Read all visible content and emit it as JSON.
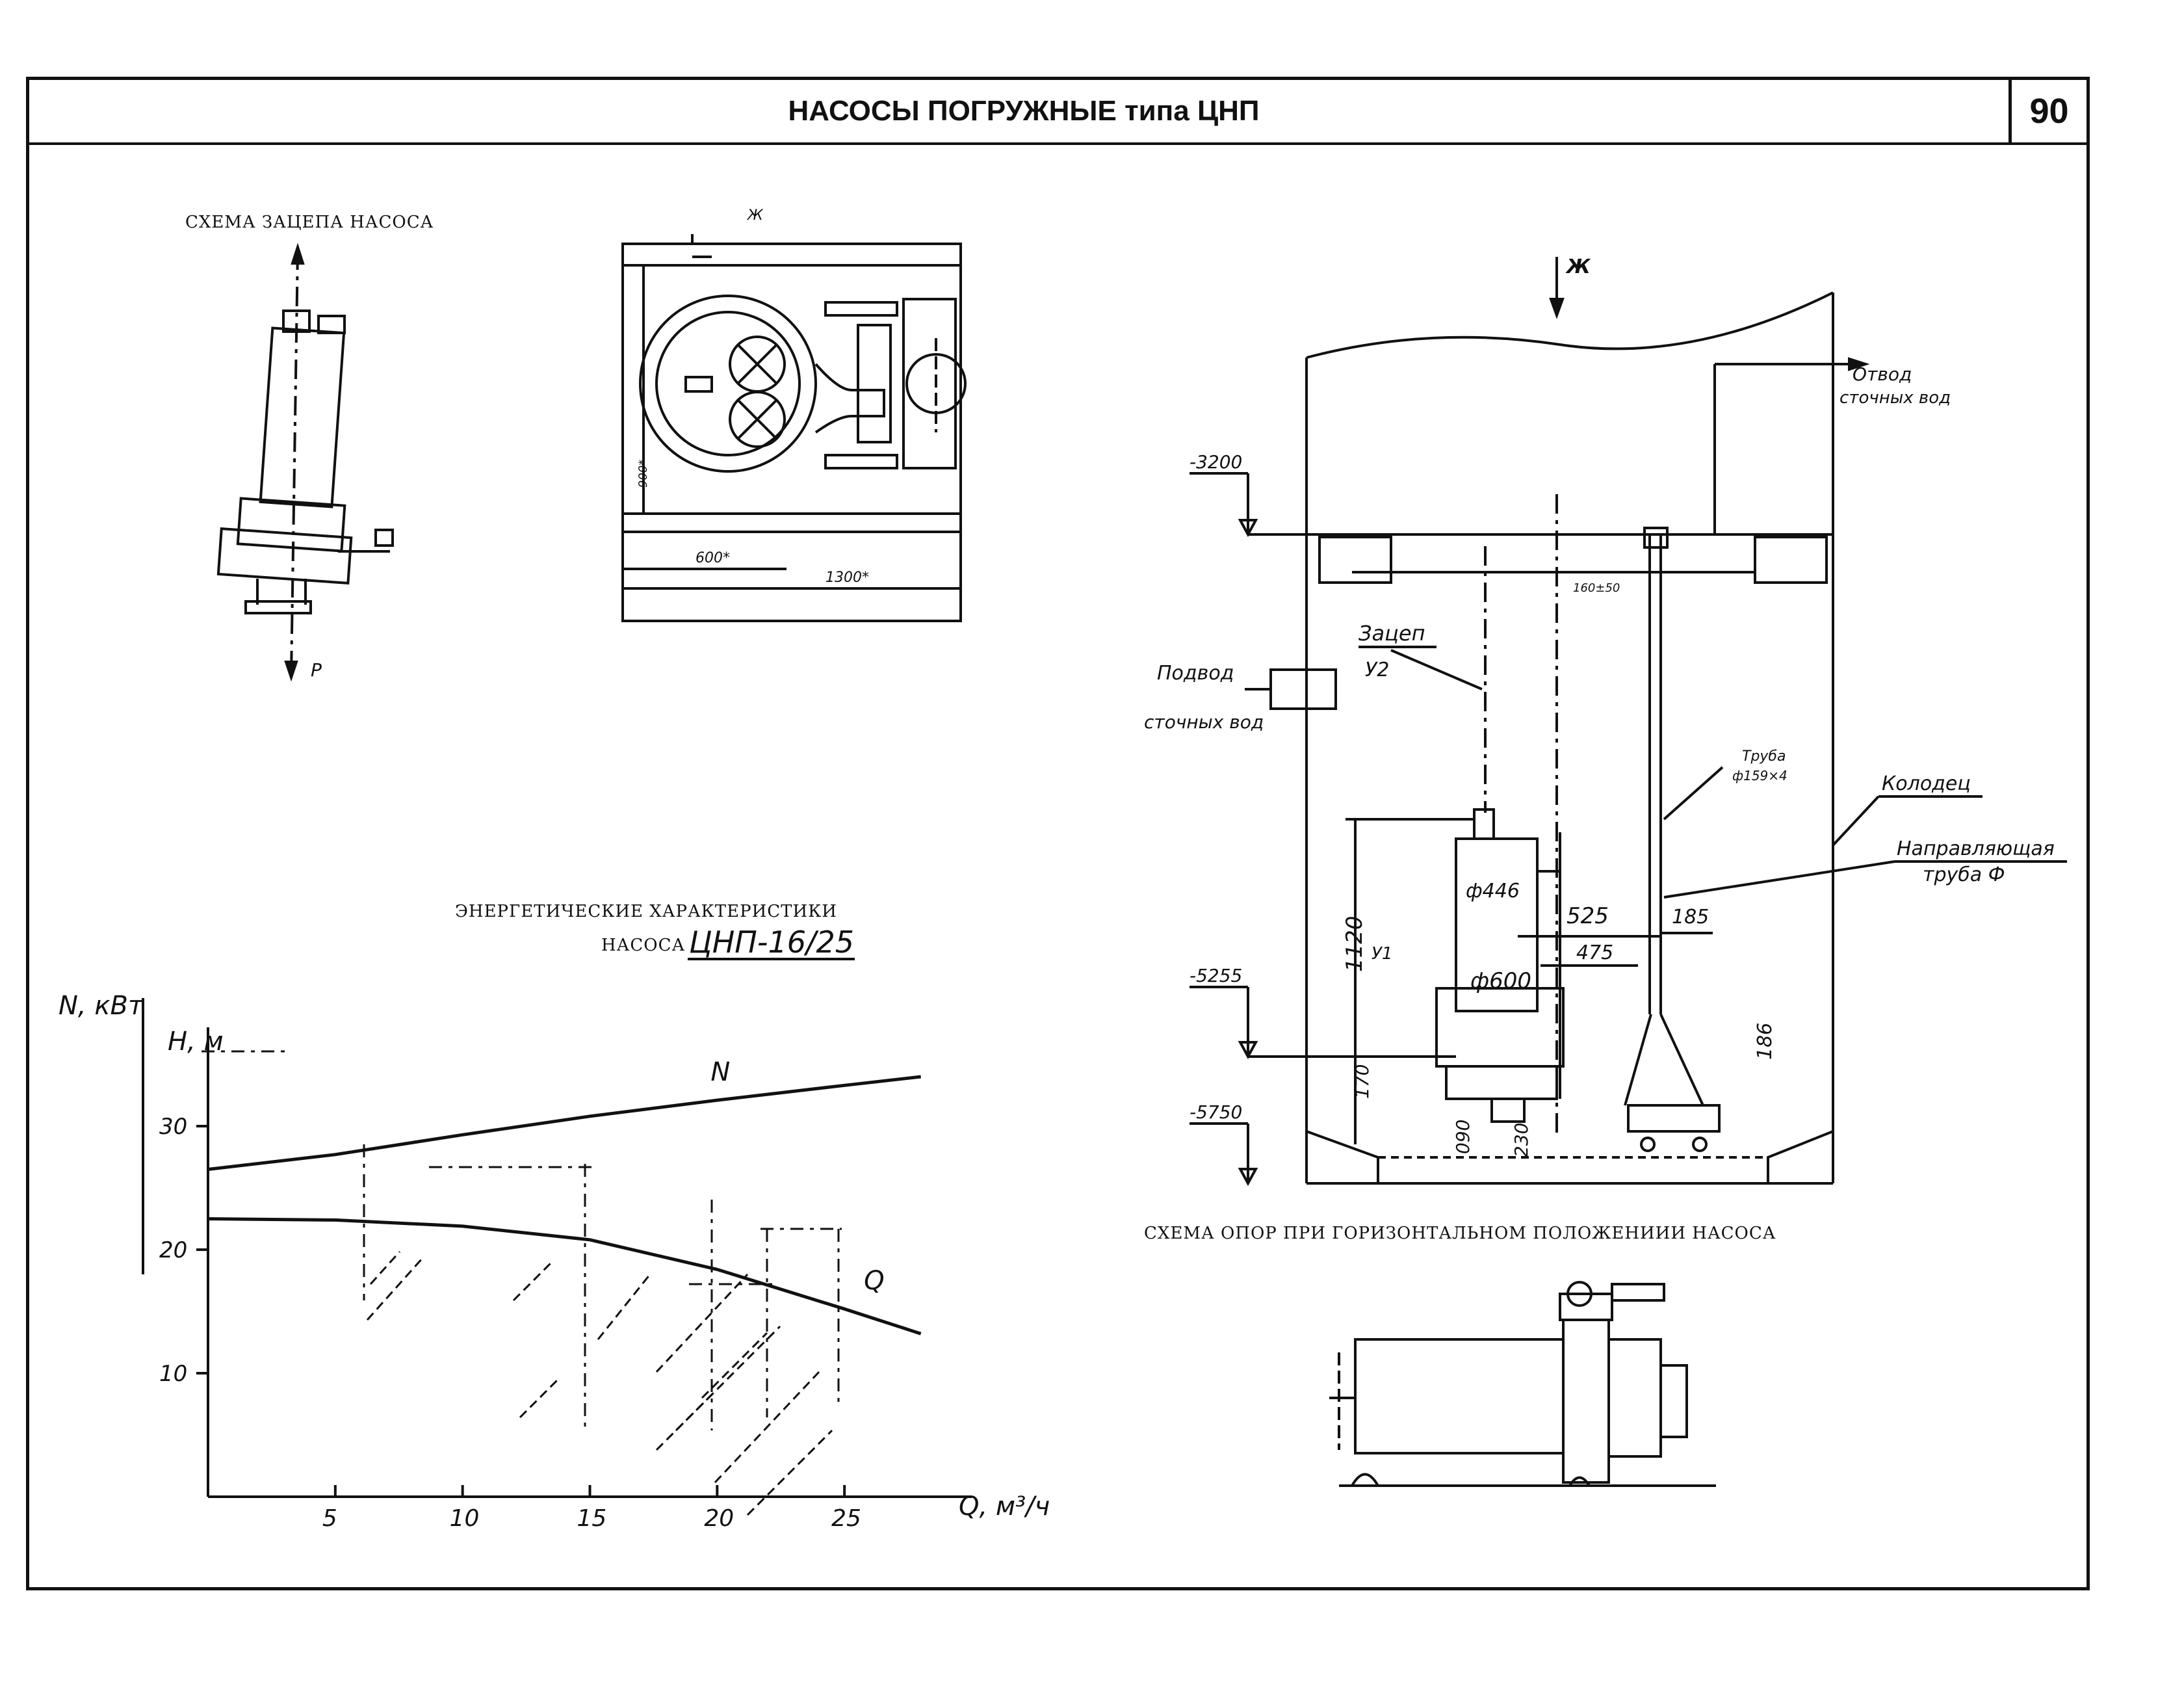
{
  "header": {
    "title": "НАСОСЫ ПОГРУЖНЫЕ типа ЦНП",
    "page_number": "90"
  },
  "hook_scheme": {
    "caption": "СХЕМА ЗАЦЕПА НАСОСА",
    "force_label": "P"
  },
  "plan_view": {
    "view_label": "Ж",
    "dim_900": "900*",
    "dim_600": "600*",
    "dim_1300": "1300*"
  },
  "chart_caption": {
    "line1": "ЭНЕРГЕТИЧЕСКИЕ ХАРАКТЕРИСТИКИ",
    "line2_prefix": "НАСОСА",
    "model": "ЦНП-16/25"
  },
  "chart_data": {
    "type": "line",
    "x": [
      0,
      5,
      10,
      15,
      20,
      25,
      28
    ],
    "series": [
      {
        "name": "N",
        "values": [
          26.5,
          27.7,
          29.3,
          30.8,
          32.1,
          33.3,
          34.0
        ]
      },
      {
        "name": "Q",
        "values": [
          22.5,
          22.4,
          21.9,
          20.8,
          18.4,
          15.2,
          13.2
        ]
      }
    ],
    "xlabel": "Q, м³/ч",
    "ylabel_left": "N, кВт",
    "ylabel": "H, м",
    "xticks": [
      "5",
      "10",
      "15",
      "20",
      "25"
    ],
    "yticks": [
      "10",
      "20",
      "30"
    ],
    "xlim": [
      0,
      30
    ],
    "ylim": [
      0,
      38
    ]
  },
  "well_section": {
    "view_marker": "Ж",
    "outlet_label_1": "Отвод",
    "outlet_label_2": "сточных вод",
    "inlet_label_1": "Подвод",
    "inlet_label_2": "сточных вод",
    "hook_label": "Зацеп",
    "hook_sub": "У2",
    "pipe_label": "Труба",
    "pipe_size": "ф159×4",
    "well_label": "Колодец",
    "guide_label_1": "Направляющая",
    "guide_label_2": "труба Ф",
    "level_top": "-3200",
    "level_mid": "-5255",
    "level_bottom": "-5750",
    "dim_160": "160±50",
    "dim_446": "ф446",
    "dim_525": "525",
    "dim_185": "185",
    "dim_475": "475",
    "dim_1120": "1120",
    "dim_600d": "ф600",
    "dim_y1": "У1",
    "dim_186": "186",
    "dim_170": "170",
    "dim_090": "090",
    "dim_230": "230"
  },
  "support_scheme": {
    "caption": "СХЕМА ОПОР ПРИ ГОРИЗОНТАЛЬНОМ ПОЛОЖЕНИИИ НАСОСА"
  }
}
